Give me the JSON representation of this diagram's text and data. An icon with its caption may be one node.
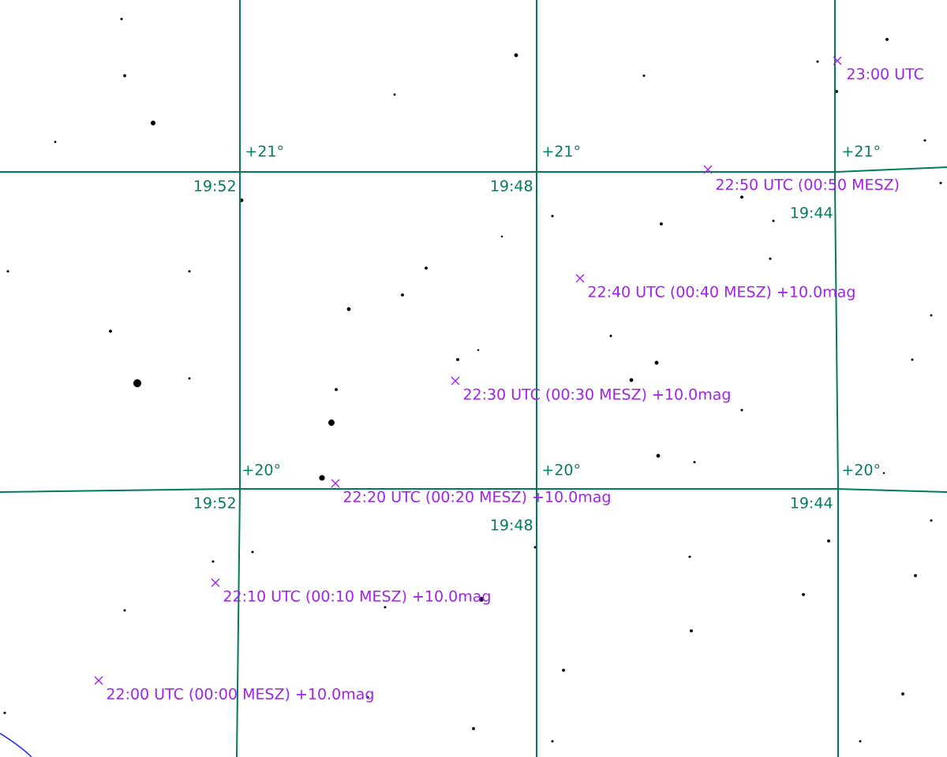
{
  "diagram": {
    "labels": [
      "23:00 UTC",
      "+21°",
      "+21°",
      "+21°",
      "22:50 UTC (00:50 MESZ)",
      "19:52",
      "19:48",
      "19:44",
      "22:40 UTC (00:40 MESZ) +10.0mag",
      "22:30 UTC (00:30 MESZ) +10.0mag",
      "+20°",
      "+20°",
      "+20°",
      "22:20 UTC (00:20 MESZ) +10.0mag",
      "19:52",
      "19:48",
      "19:44",
      "22:10 UTC (00:10 MESZ) +10.0mag",
      "22:00 UTC (00:00 MESZ) +10.0mag"
    ]
  }
}
